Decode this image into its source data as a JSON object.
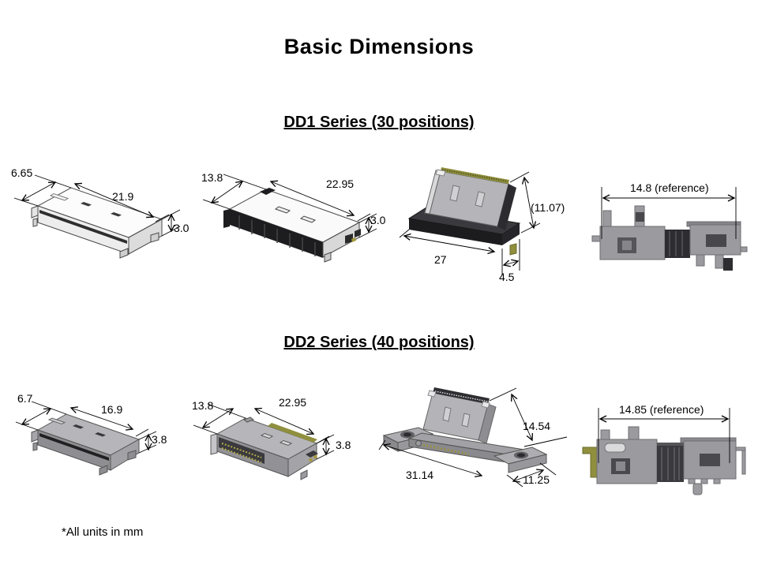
{
  "slide": {
    "title": "Basic Dimensions",
    "footnote": "*All units in mm"
  },
  "dd1": {
    "heading": "DD1 Series (30 positions)",
    "fig1": {
      "dim_depth": "6.65",
      "dim_length": "21.9",
      "dim_height": "3.0"
    },
    "fig2": {
      "dim_depth": "13.8",
      "dim_length": "22.95",
      "dim_height": "3.0"
    },
    "fig3": {
      "dim_height": "(11.07)",
      "dim_length": "27",
      "dim_depth": "4.5"
    },
    "fig4": {
      "dim_mated": "14.8 (reference)"
    }
  },
  "dd2": {
    "heading": "DD2 Series (40 positions)",
    "fig1": {
      "dim_depth": "6.7",
      "dim_length": "16.9",
      "dim_height": "3.8"
    },
    "fig2": {
      "dim_depth": "13.8",
      "dim_length": "22.95",
      "dim_height": "3.8"
    },
    "fig3": {
      "dim_height": "14.54",
      "dim_length": "31.14",
      "dim_depth": "11.25"
    },
    "fig4": {
      "dim_mated": "14.85 (reference)"
    }
  },
  "colors": {
    "background": "#ffffff",
    "text": "#000000",
    "line_art_body": "#fcfcfc",
    "gray_body": "#b0b0b4",
    "dark_part": "#232326",
    "olive_contacts": "#8f8f3e",
    "gold_pins": "#b3a94a"
  }
}
